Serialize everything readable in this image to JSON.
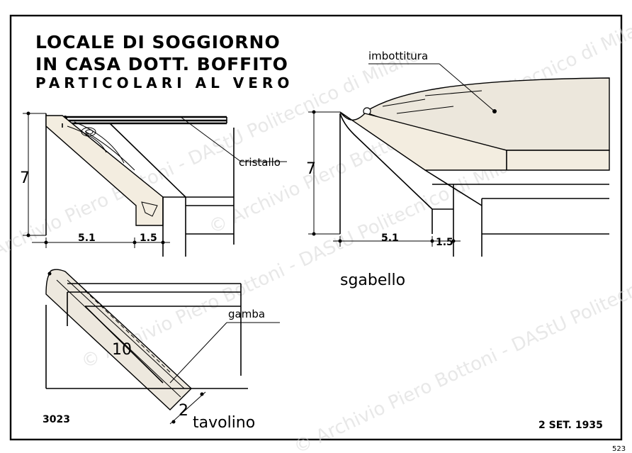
{
  "title": {
    "line1": "LOCALE DI SOGGIORNO",
    "line2": "IN CASA DOTT. BOFFITO",
    "line3": "PARTICOLARI AL VERO"
  },
  "labels": {
    "cristallo": "cristallo",
    "imbottitura": "imbottitura",
    "sgabello": "sgabello",
    "gamba": "gamba",
    "tavolino": "tavolino"
  },
  "dimensions": {
    "d1_height": "7",
    "d1_width_a": "5.1",
    "d1_width_b": "1.5",
    "d2_height": "7",
    "d2_width_a": "5.1",
    "d2_width_b": "1.5",
    "d3_length": "10",
    "d3_width": "2"
  },
  "footer": {
    "number": "3023",
    "date": "2 SET. 1935",
    "page": "523"
  },
  "watermark": {
    "text": "© Archivio Piero Bottoni - DAStU Politecnico di Milano"
  }
}
